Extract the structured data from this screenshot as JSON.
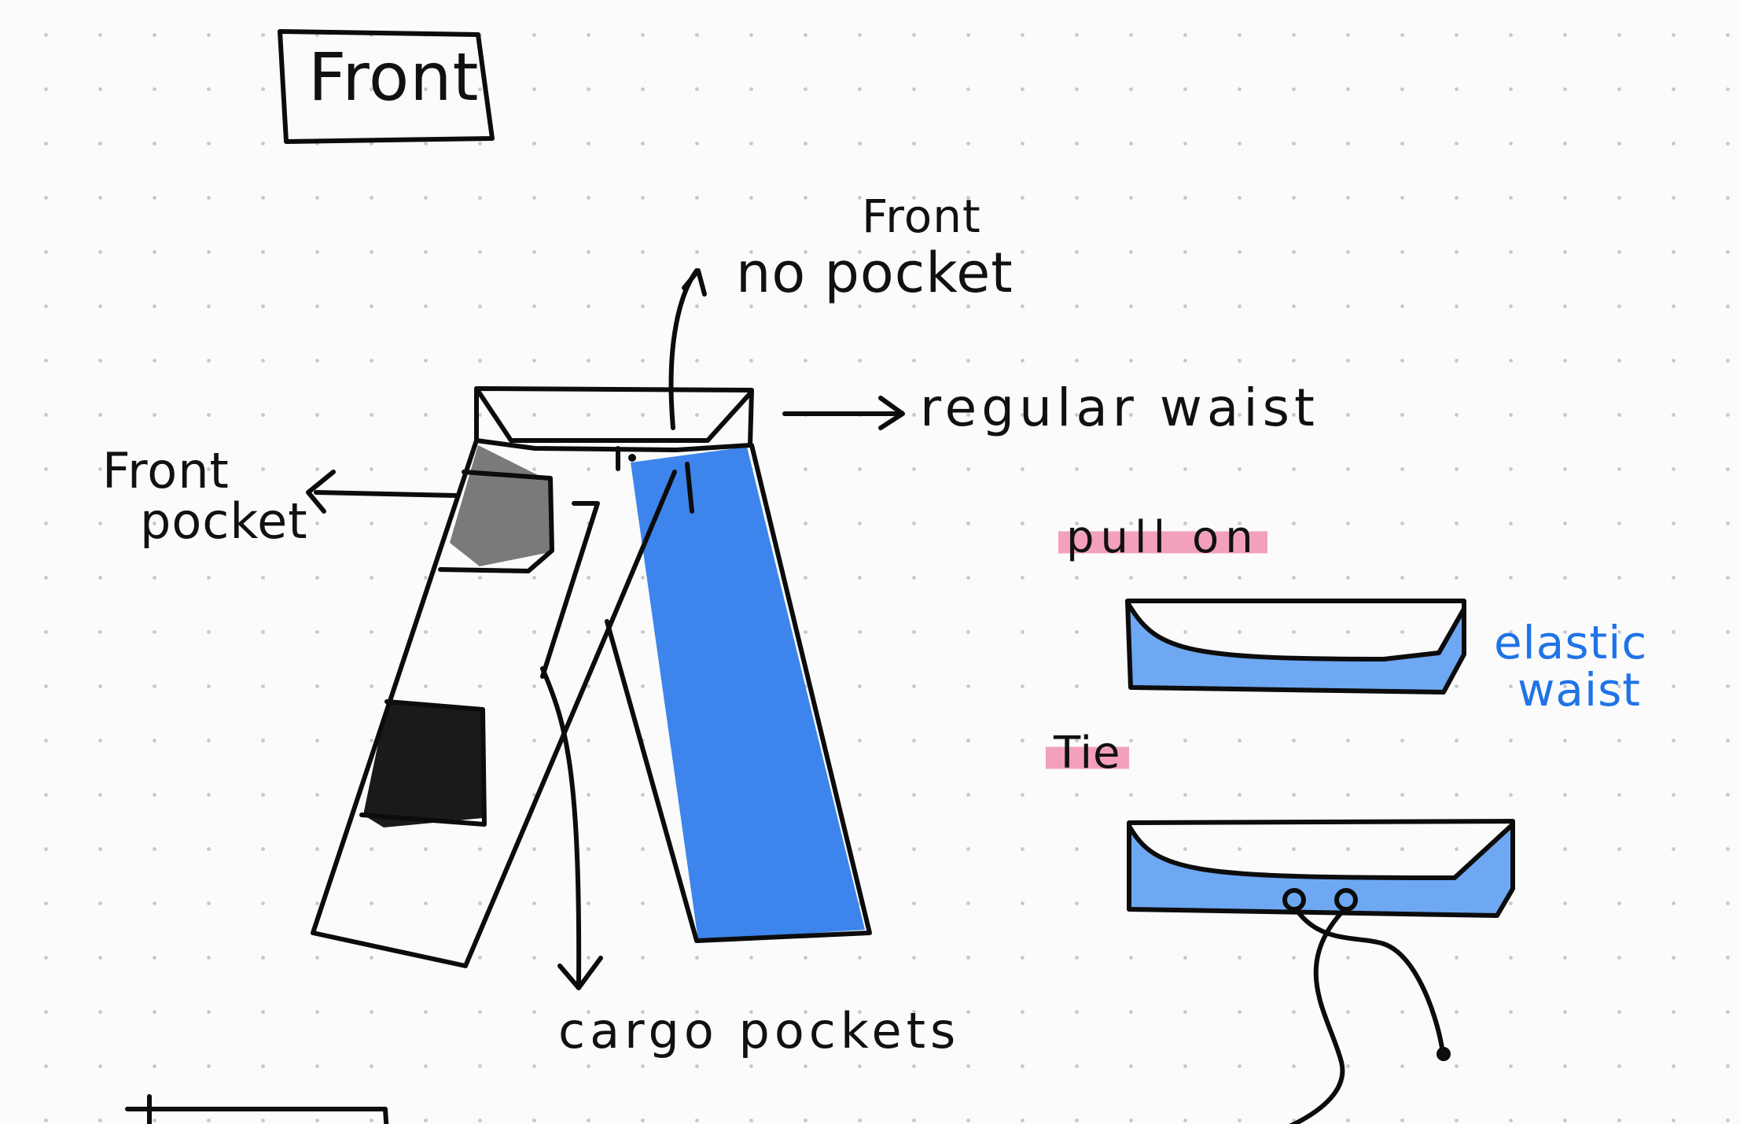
{
  "sheet": {
    "title": "Front"
  },
  "labels": {
    "front_no_pocket_1": "Front",
    "front_no_pocket_2": "no pocket",
    "regular_waist": "regular waist",
    "front_pocket_1": "Front",
    "front_pocket_2": "pocket",
    "cargo_pockets": "cargo pockets",
    "pull_on": "pull on",
    "elastic_waist_1": "elastic",
    "elastic_waist_2": "waist",
    "tie": "Tie"
  },
  "colors": {
    "ink": "#0c0c0c",
    "denim_blue": "#3d85ec",
    "light_blue": "#6ea8f2",
    "pocket_gray": "#7a7a7a",
    "cargo_black": "#1a1a1a",
    "highlight_pink": "#f2a0bd",
    "label_blue": "#1f73e6"
  }
}
